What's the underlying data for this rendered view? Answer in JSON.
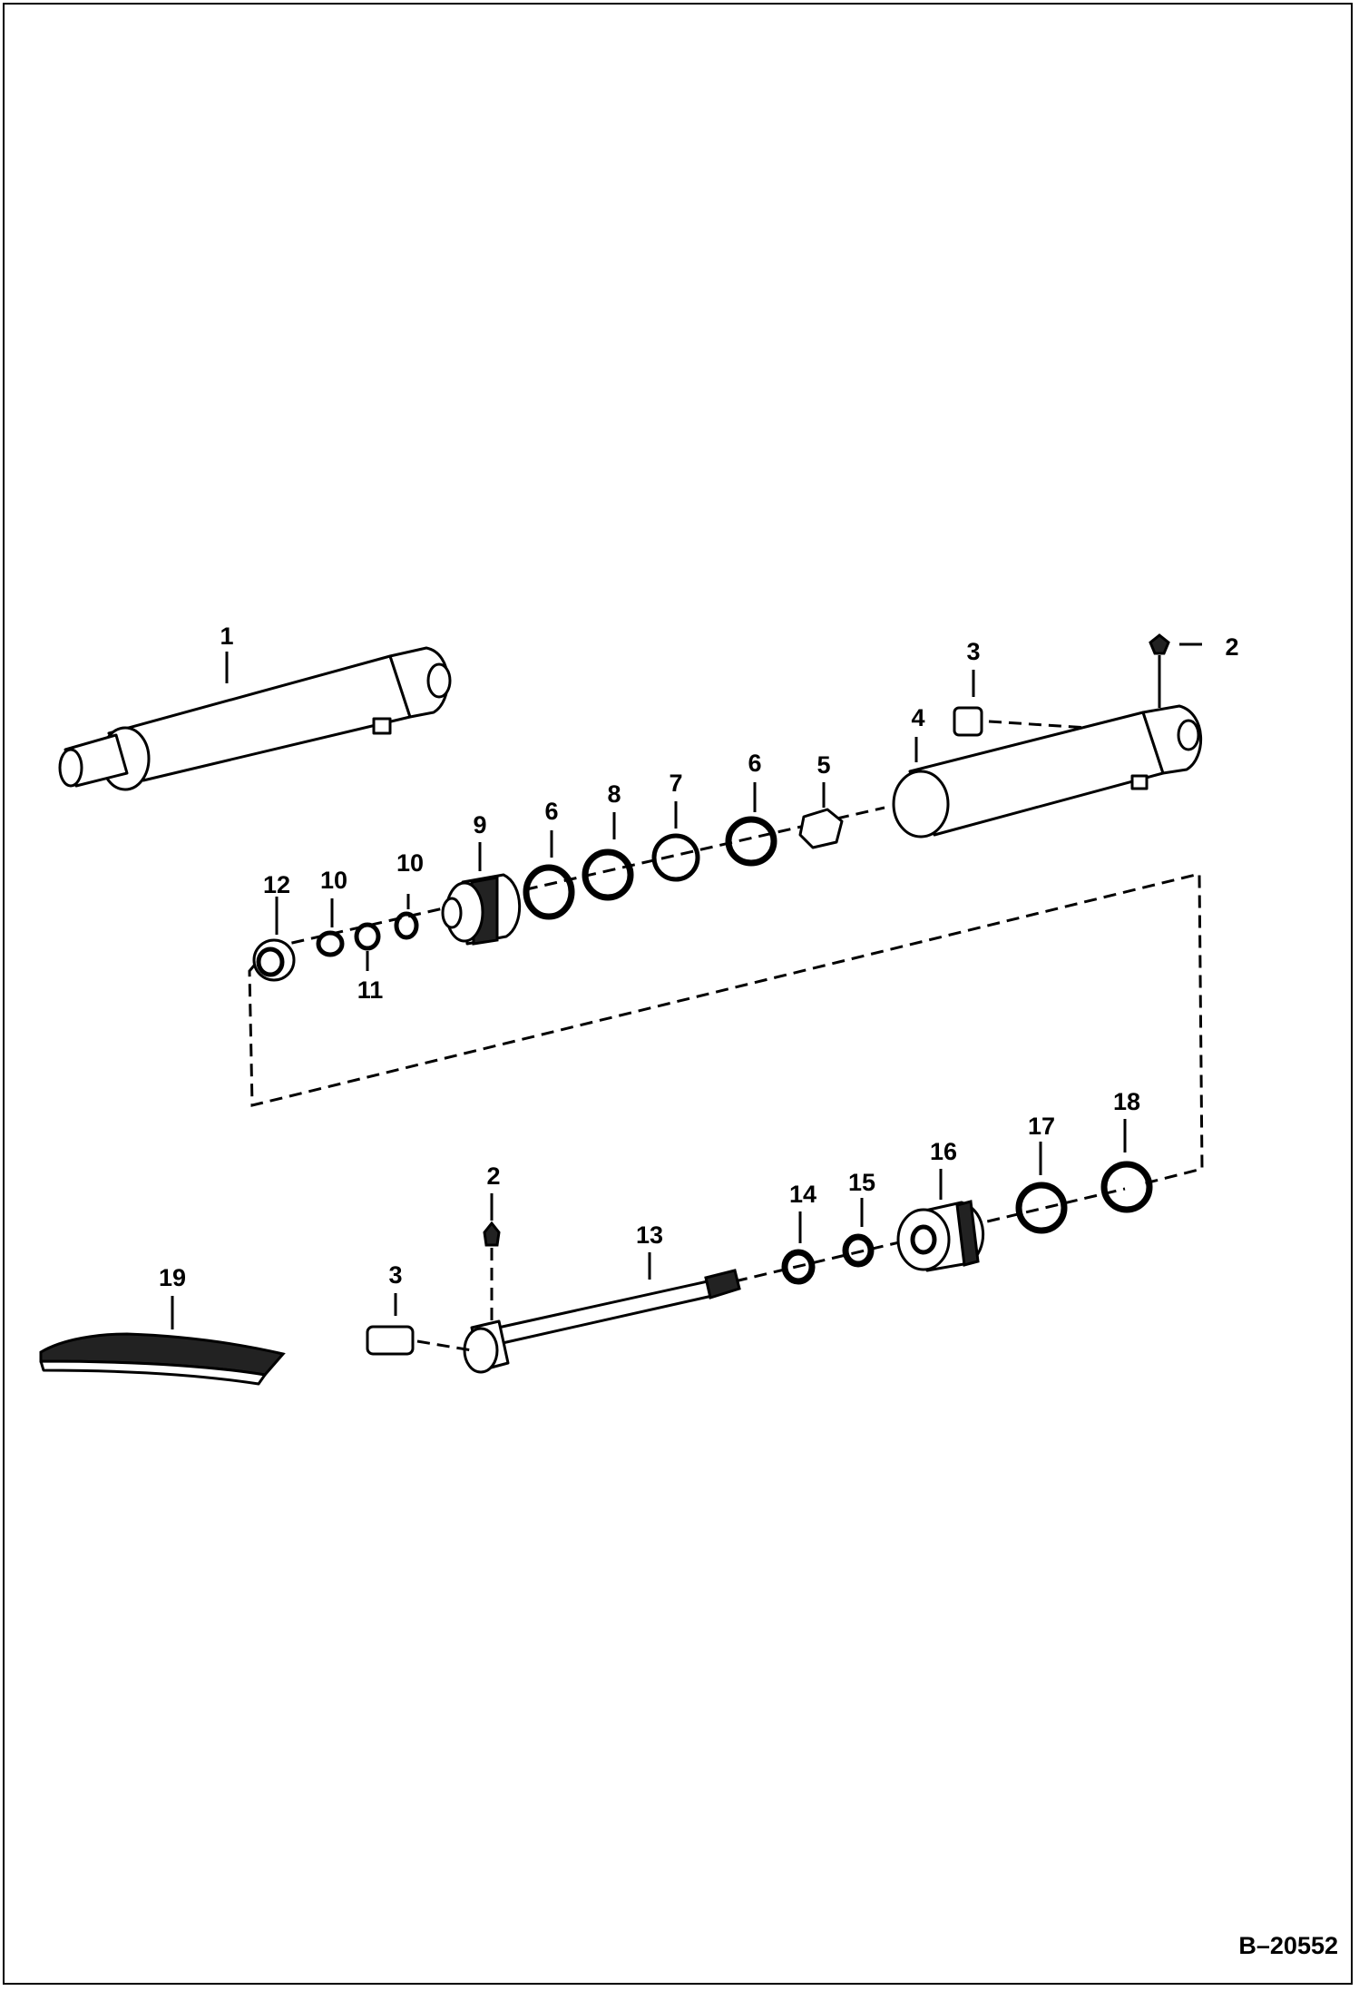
{
  "diagram": {
    "document_code": "B–20552",
    "callouts": [
      {
        "id": "c1",
        "text": "1"
      },
      {
        "id": "c2a",
        "text": "2"
      },
      {
        "id": "c3a",
        "text": "3"
      },
      {
        "id": "c4",
        "text": "4"
      },
      {
        "id": "c5",
        "text": "5"
      },
      {
        "id": "c6a",
        "text": "6"
      },
      {
        "id": "c7",
        "text": "7"
      },
      {
        "id": "c8",
        "text": "8"
      },
      {
        "id": "c6b",
        "text": "6"
      },
      {
        "id": "c9",
        "text": "9"
      },
      {
        "id": "c10a",
        "text": "10"
      },
      {
        "id": "c10b",
        "text": "10"
      },
      {
        "id": "c12",
        "text": "12"
      },
      {
        "id": "c11",
        "text": "11"
      },
      {
        "id": "c2b",
        "text": "2"
      },
      {
        "id": "c3b",
        "text": "3"
      },
      {
        "id": "c13",
        "text": "13"
      },
      {
        "id": "c14",
        "text": "14"
      },
      {
        "id": "c15",
        "text": "15"
      },
      {
        "id": "c16",
        "text": "16"
      },
      {
        "id": "c17",
        "text": "17"
      },
      {
        "id": "c18",
        "text": "18"
      },
      {
        "id": "c19",
        "text": "19"
      }
    ]
  }
}
